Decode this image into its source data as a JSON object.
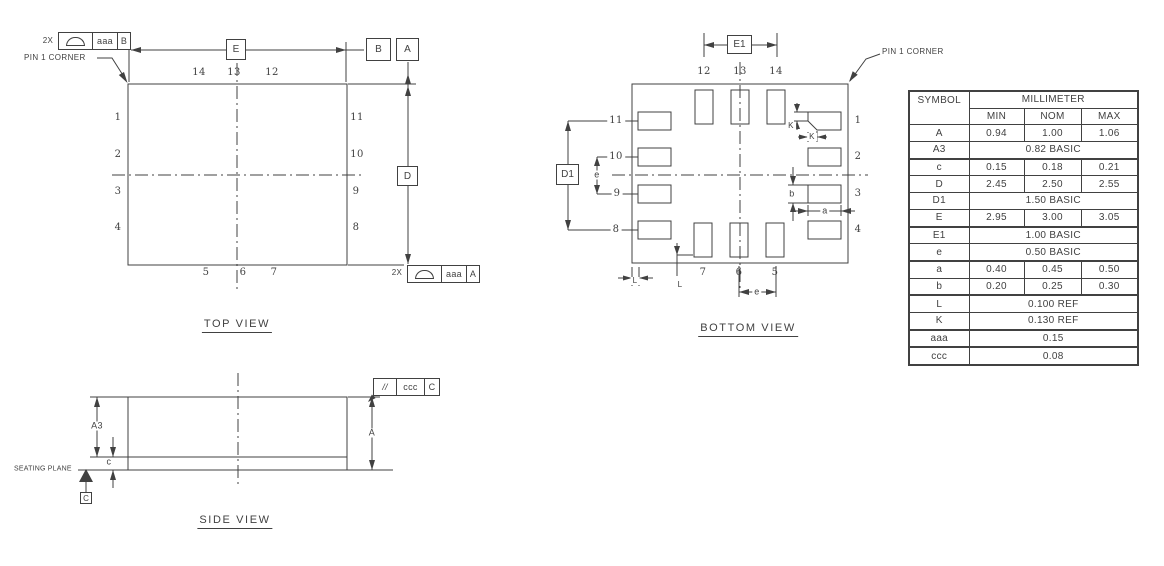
{
  "colors": {
    "line": "#414141",
    "text": "#414141",
    "background": "#ffffff"
  },
  "top_view": {
    "label": "TOP VIEW",
    "pin1_corner": "PIN 1 CORNER",
    "qty_note": "2X",
    "fcf_top": {
      "tolerance": "aaa",
      "datum": "B"
    },
    "fcf_bottom": {
      "tolerance": "aaa",
      "datum": "A"
    },
    "dim_e": "E",
    "dim_d": "D",
    "datum_b": "B",
    "datum_a": "A",
    "pins": {
      "top": [
        "14",
        "13",
        "12"
      ],
      "left": [
        "1",
        "2",
        "3",
        "4"
      ],
      "right": [
        "11",
        "10",
        "9",
        "8"
      ],
      "bottom": [
        "5",
        "6",
        "7"
      ]
    }
  },
  "bottom_view": {
    "label": "BOTTOM VIEW",
    "pin1_corner": "PIN 1 CORNER",
    "dim_e1": "E1",
    "dim_d1": "D1",
    "dim_e": "e",
    "dim_a": "a",
    "dim_b": "b",
    "dim_k": "K",
    "dim_l": "L",
    "pins": {
      "top": [
        "12",
        "13",
        "14"
      ],
      "left": [
        "11",
        "10",
        "9",
        "8"
      ],
      "right": [
        "1",
        "2",
        "3",
        "4"
      ],
      "bottom": [
        "7",
        "6",
        "5"
      ]
    }
  },
  "side_view": {
    "label": "SIDE VIEW",
    "seating_plane": "SEATING PLANE",
    "datum_c": "C",
    "dim_a3": "A3",
    "dim_a": "A",
    "dim_c": "c",
    "fcf": {
      "symbol": "//",
      "tolerance": "ccc",
      "datum": "C"
    }
  },
  "table": {
    "header": {
      "symbol": "SYMBOL",
      "unit": "MILLIMETER",
      "min": "MIN",
      "nom": "NOM",
      "max": "MAX"
    },
    "rows": [
      {
        "symbol": "A",
        "min": "0.94",
        "nom": "1.00",
        "max": "1.06"
      },
      {
        "symbol": "A3",
        "span": "0.82 BASIC"
      },
      {
        "symbol": "c",
        "min": "0.15",
        "nom": "0.18",
        "max": "0.21"
      },
      {
        "symbol": "D",
        "min": "2.45",
        "nom": "2.50",
        "max": "2.55"
      },
      {
        "symbol": "D1",
        "span": "1.50 BASIC"
      },
      {
        "symbol": "E",
        "min": "2.95",
        "nom": "3.00",
        "max": "3.05"
      },
      {
        "symbol": "E1",
        "span": "1.00 BASIC"
      },
      {
        "symbol": "e",
        "span": "0.50 BASIC"
      },
      {
        "symbol": "a",
        "min": "0.40",
        "nom": "0.45",
        "max": "0.50"
      },
      {
        "symbol": "b",
        "min": "0.20",
        "nom": "0.25",
        "max": "0.30"
      },
      {
        "symbol": "L",
        "span": "0.100 REF"
      },
      {
        "symbol": "K",
        "span": "0.130 REF"
      },
      {
        "symbol": "aaa",
        "span": "0.15"
      },
      {
        "symbol": "ccc",
        "span": "0.08"
      }
    ]
  },
  "icons": {
    "tolerance_zone": "half-moon-semicircle",
    "seating_plane_datum": "filled-triangle"
  }
}
